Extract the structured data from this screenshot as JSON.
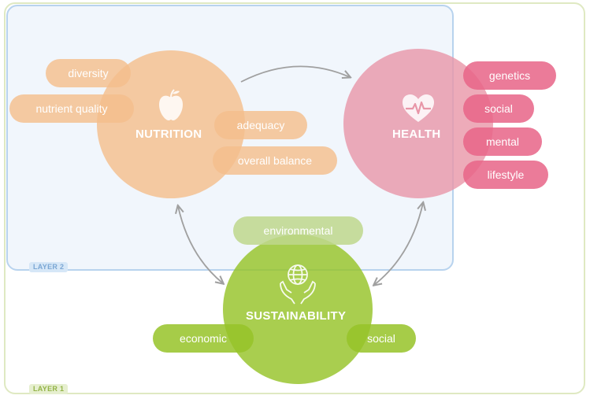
{
  "layers": {
    "layer1": "LAYER 1",
    "layer2": "LAYER 2"
  },
  "nutrition": {
    "title": "NUTRITION",
    "icon": "apple-icon",
    "tags": [
      "diversity",
      "nutrient quality",
      "adequacy",
      "overall balance"
    ]
  },
  "health": {
    "title": "HEALTH",
    "icon": "heart-pulse-icon",
    "tags": [
      "genetics",
      "social",
      "mental",
      "lifestyle"
    ]
  },
  "sustainability": {
    "title": "SUSTAINABILITY",
    "icon": "globe-in-hands-icon",
    "tags": [
      "environmental",
      "economic",
      "social"
    ]
  },
  "colors": {
    "nutrition": "#f4be8c",
    "health": "#e896a8",
    "sustainability": "#96c328",
    "layer1_border": "#dfe9c2",
    "layer2_fill": "#e1ecf8",
    "arrow": "#a0a0a0"
  }
}
